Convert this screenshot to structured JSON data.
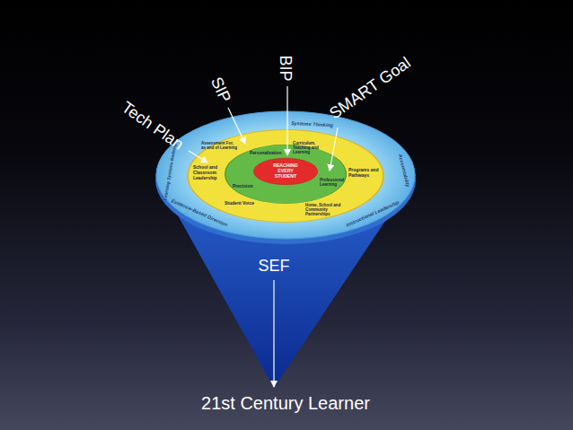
{
  "diagram": {
    "nodes": [
      {
        "text": [
          "SEF"
        ]
      },
      {
        "text": [
          "Systems Thinking",
          "Accountability",
          "Instructional Leadership",
          "Evidence-Based Direction",
          "Learning Systems Redesign"
        ]
      },
      {
        "text": [
          "Assessment For, as and of Learning",
          "Curriculum, Teaching and Learning",
          "School and Classroom Leadership",
          "Programs and Pathways",
          "Student Voice",
          "Home, School and Community Partnerships"
        ],
        "in": 1
      },
      {
        "text": [
          "Personalization",
          "Precision",
          "Professional Learning"
        ],
        "in": 2
      },
      {
        "text": [
          "REACHING EVERY STUDENT"
        ],
        "in": 3
      }
    ],
    "labels": [
      "Tech Plan",
      "SIP",
      "BIP",
      "SMART Goal",
      "21st Century Learner"
    ]
  }
}
